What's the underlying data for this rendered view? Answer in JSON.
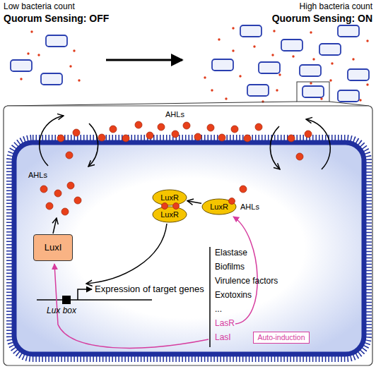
{
  "diagram": {
    "nodes": [
      {
        "text": [
          "LuxR"
        ]
      },
      {
        "text": [
          "LuxR"
        ]
      },
      {
        "text": [
          "LuxR"
        ]
      },
      {
        "text": [
          "LuxI"
        ]
      },
      {
        "text": [
          "Auto-induction"
        ]
      }
    ],
    "edges": [
      {
        "from": 2,
        "to": 0,
        "arrow": "to"
      }
    ],
    "labels": [
      "Low bacteria count",
      "Quorum Sensing: OFF",
      "High bacteria count",
      "Quorum Sensing: ON",
      "AHLs",
      "AHLs",
      "AHLs",
      "Expression of target genes",
      "Lux box",
      "Elastase",
      "Biofilms",
      "Virulence factors",
      "Exotoxins",
      "...",
      "LasR",
      "LasI"
    ]
  }
}
